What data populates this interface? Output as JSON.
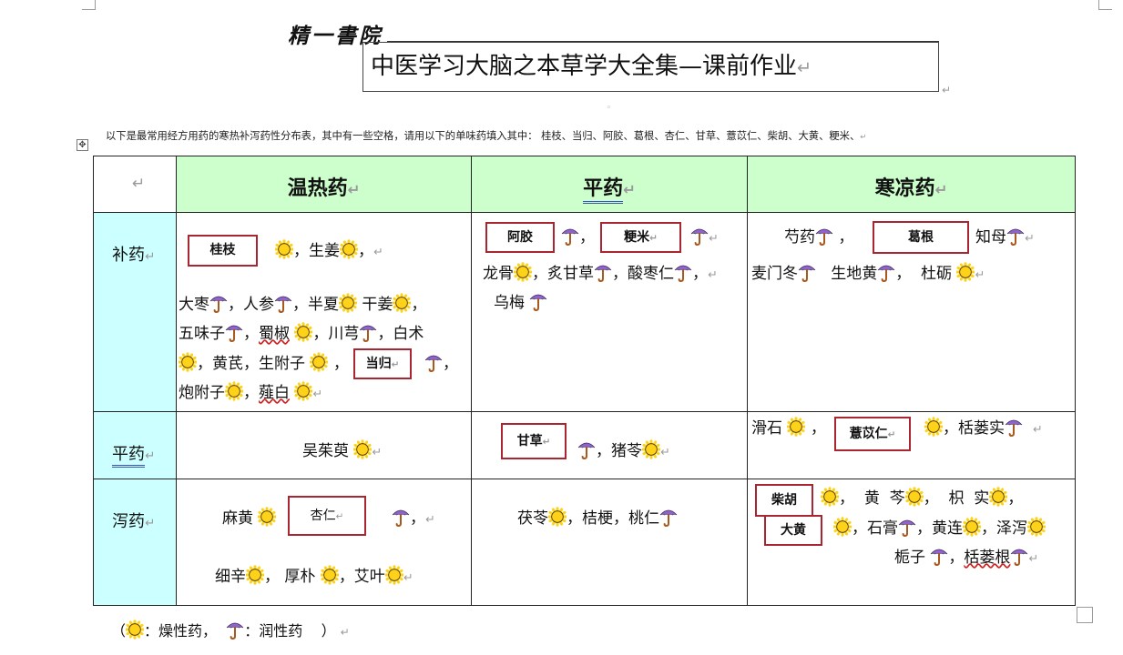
{
  "header": {
    "brand": "精一書院",
    "title": "中医学习大脑之本草学大全集—课前作业",
    "intro": "以下是最常用经方用药的寒热补泻药性分布表，其中有一些空格，请用以下的单味药填入其中：  桂枝、当归、阿胶、葛根、杏仁、甘草、薏苡仁、柴胡、大黄、粳米、"
  },
  "marks": {
    "para": "↵",
    "move": "✥",
    "small": "◦"
  },
  "icons": {
    "sun": {
      "name": "sun-icon",
      "color": "#ffd21a",
      "outline": "#3a2c00"
    },
    "umbrella": {
      "name": "umbrella-icon",
      "canopy": "#8f63c9",
      "handle": "#a85a1e"
    }
  },
  "table": {
    "col_headers": [
      "温热药",
      "平药",
      "寒凉药"
    ],
    "row_headers": [
      "补药",
      "平药",
      "泻药"
    ],
    "answer_colors": {
      "border": "#a92630"
    },
    "answers": {
      "guizhi": "桂枝",
      "ejiao": "阿胶",
      "jingmi": "粳米",
      "gegen": "葛根",
      "danggui": "当归",
      "gancao": "甘草",
      "yiyiren": "薏苡仁",
      "xingren": "杏仁",
      "chaihu": "柴胡",
      "dahuang": "大黄"
    },
    "cells": {
      "warm_tonic": {
        "l1": "，生姜",
        "l1b": "，",
        "l2a": "大枣",
        "l2b": "，人参",
        "l2c": "，半夏",
        "l2d": "干姜",
        "l3a": "五味子",
        "l3b": "，",
        "l3c": "蜀椒",
        "l3d": "，川芎",
        "l3e": "，白术",
        "l4a": "，黄芪，生附子",
        "l4b": "，",
        "l4c": "，",
        "l5a": "炮附子",
        "l5b": "，",
        "l5c": "薤白"
      },
      "neutral_tonic": {
        "l1a": "，",
        "l2a": "龙骨",
        "l2b": "，炙甘草",
        "l2c": "，酸枣仁",
        "l2d": "，",
        "l3a": "乌梅"
      },
      "cold_tonic": {
        "l1a": "芍药",
        "l1b": "，",
        "l1c": "知母",
        "l2a": "麦门冬",
        "l2b": "生地黄",
        "l2c": "，",
        "l2d": "杜砺"
      },
      "warm_neutral": {
        "l1": "吴茱萸"
      },
      "neutral_neutral": {
        "l1a": "，猪苓"
      },
      "cold_neutral": {
        "l1a": "滑石",
        "l1b": "，",
        "l1c": "，栝蒌实"
      },
      "warm_purge": {
        "l1a": "麻黄",
        "l1b": "，",
        "l2a": "细辛",
        "l2b": "，",
        "l2c": "厚朴",
        "l2d": "，艾叶"
      },
      "neutral_purge": {
        "l1a": "茯苓",
        "l1b": "，桔梗，桃仁"
      },
      "cold_purge": {
        "l1a": "，",
        "l1b": "黄",
        "l1c": "芩",
        "l1d": "，",
        "l1e": "枳",
        "l1f": "实",
        "l1g": "，",
        "l2a": "，石膏",
        "l2b": "，黄连",
        "l2c": "，泽泻",
        "l3a": "栀子",
        "l3b": "，",
        "l3c": "栝蒌根"
      }
    }
  },
  "legend": {
    "open": "（",
    "sun_text": "：燥性药，",
    "umb_text": "：润性药",
    "close": "）"
  }
}
